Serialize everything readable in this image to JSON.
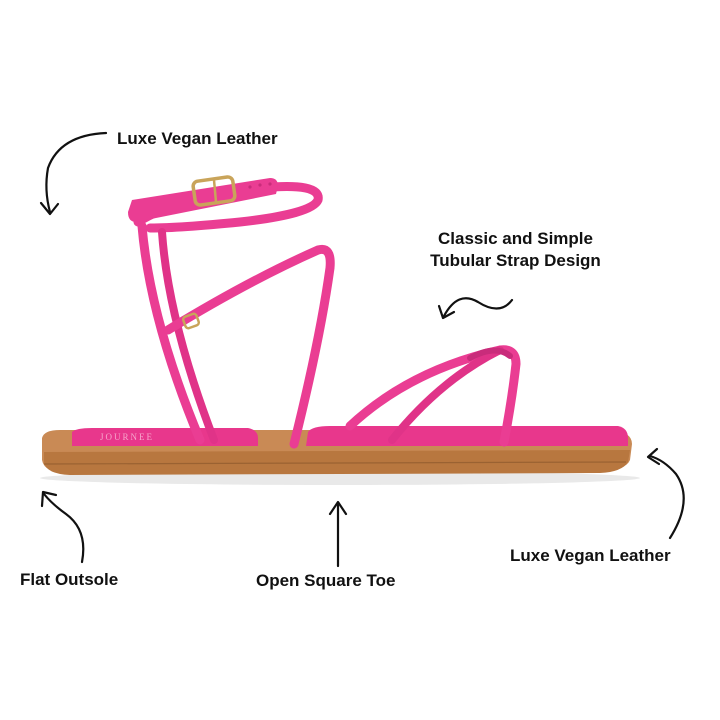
{
  "callouts": {
    "upper_left": "Luxe Vegan Leather",
    "strap_design_line1": "Classic and Simple",
    "strap_design_line2": "Tubular Strap Design",
    "outsole": "Flat Outsole",
    "toe": "Open Square Toe",
    "lower_right": "Luxe Vegan Leather"
  },
  "colors": {
    "background": "#ffffff",
    "strap_pink": "#ea3d93",
    "strap_pink_dark": "#c92c7b",
    "footbed_pink": "#e8378c",
    "sole_tan": "#c98a55",
    "sole_dark": "#a86a3a",
    "buckle_gold": "#c9a45a",
    "text": "#111111",
    "arrow": "#111111"
  },
  "icons": [
    "curved-arrow-icon"
  ]
}
